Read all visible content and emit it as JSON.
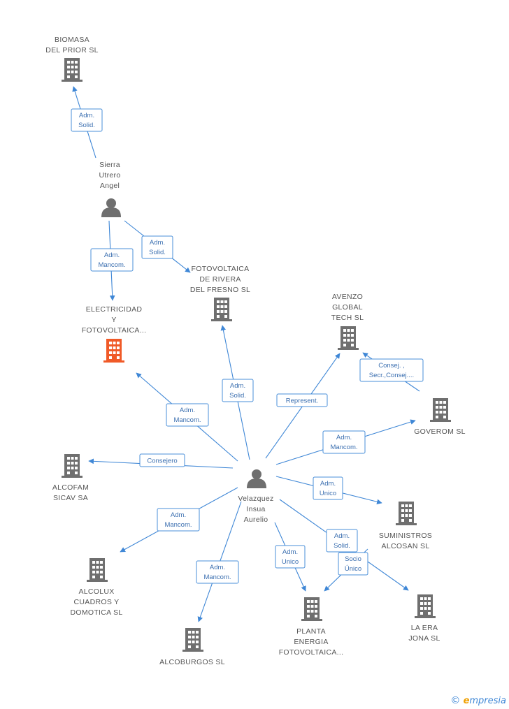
{
  "colors": {
    "edge": "#3f87d6",
    "label_border": "#4a8fd9",
    "label_text": "#3b6fb0",
    "company_icon": "#6f6f6f",
    "company_icon_highlight": "#f05a28",
    "person_icon": "#6f6f6f",
    "node_text": "#555555"
  },
  "nodes": [
    {
      "id": "biomasa",
      "type": "company",
      "label": [
        "BIOMASA",
        "DEL PRIOR SL"
      ]
    },
    {
      "id": "sierra",
      "type": "person",
      "label": [
        "Sierra",
        "Utrero",
        "Angel"
      ]
    },
    {
      "id": "electricidad",
      "type": "company",
      "highlight": true,
      "label": [
        "ELECTRICIDAD",
        "Y",
        "FOTOVOLTAICA..."
      ]
    },
    {
      "id": "fotovoltaica_rivera",
      "type": "company",
      "label": [
        "FOTOVOLTAICA",
        "DE RIVERA",
        "DEL FRESNO SL"
      ]
    },
    {
      "id": "avenzo",
      "type": "company",
      "label": [
        "AVENZO",
        "GLOBAL",
        "TECH SL"
      ]
    },
    {
      "id": "goverom",
      "type": "company",
      "label": [
        "GOVEROM SL"
      ]
    },
    {
      "id": "alcofam",
      "type": "company",
      "label": [
        "ALCOFAM",
        "SICAV SA"
      ]
    },
    {
      "id": "velazquez",
      "type": "person",
      "label": [
        "Velazquez",
        "Insua",
        "Aurelio"
      ]
    },
    {
      "id": "suministros",
      "type": "company",
      "label": [
        "SUMINISTROS",
        "ALCOSAN SL"
      ]
    },
    {
      "id": "alcolux",
      "type": "company",
      "label": [
        "ALCOLUX",
        "CUADROS Y",
        "DOMOTICA SL"
      ]
    },
    {
      "id": "planta",
      "type": "company",
      "label": [
        "PLANTA",
        "ENERGIA",
        "FOTOVOLTAICA..."
      ]
    },
    {
      "id": "la_era",
      "type": "company",
      "label": [
        "LA ERA",
        "JONA SL"
      ]
    },
    {
      "id": "alcoburgos",
      "type": "company",
      "label": [
        "ALCOBURGOS SL"
      ]
    }
  ],
  "edges": [
    {
      "id": "e1",
      "from": "sierra",
      "to": "biomasa",
      "label": [
        "Adm.",
        "Solid."
      ]
    },
    {
      "id": "e2",
      "from": "sierra",
      "to": "electricidad",
      "label": [
        "Adm.",
        "Mancom."
      ]
    },
    {
      "id": "e3",
      "from": "sierra",
      "to": "fotovoltaica_rivera",
      "label": [
        "Adm.",
        "Solid."
      ]
    },
    {
      "id": "e4",
      "from": "velazquez",
      "to": "fotovoltaica_rivera",
      "label": [
        "Adm.",
        "Solid."
      ]
    },
    {
      "id": "e5",
      "from": "velazquez",
      "to": "electricidad",
      "label": [
        "Adm.",
        "Mancom."
      ]
    },
    {
      "id": "e6",
      "from": "velazquez",
      "to": "avenzo",
      "label": [
        "Represent."
      ]
    },
    {
      "id": "e7",
      "from": "goverom",
      "to": "avenzo",
      "label": [
        "Consej. ,",
        "Secr.,Consej...."
      ]
    },
    {
      "id": "e8",
      "from": "velazquez",
      "to": "goverom",
      "label": [
        "Adm.",
        "Mancom."
      ]
    },
    {
      "id": "e9",
      "from": "velazquez",
      "to": "alcofam",
      "label": [
        "Consejero"
      ]
    },
    {
      "id": "e10",
      "from": "velazquez",
      "to": "suministros",
      "label": [
        "Adm.",
        "Unico"
      ]
    },
    {
      "id": "e11",
      "from": "velazquez",
      "to": "alcolux",
      "label": [
        "Adm.",
        "Mancom."
      ]
    },
    {
      "id": "e12",
      "from": "velazquez",
      "to": "alcoburgos",
      "label": [
        "Adm.",
        "Mancom."
      ]
    },
    {
      "id": "e13",
      "from": "velazquez",
      "to": "planta",
      "label": [
        "Adm.",
        "Unico"
      ]
    },
    {
      "id": "e14",
      "from": "velazquez",
      "to": "la_era",
      "label": [
        "Adm.",
        "Solid."
      ]
    },
    {
      "id": "e15",
      "from": "suministros",
      "to": "planta",
      "label": [
        "Socio",
        "Único"
      ]
    }
  ],
  "brand": {
    "copyright": "©",
    "e": "e",
    "rest": "mpresia"
  }
}
